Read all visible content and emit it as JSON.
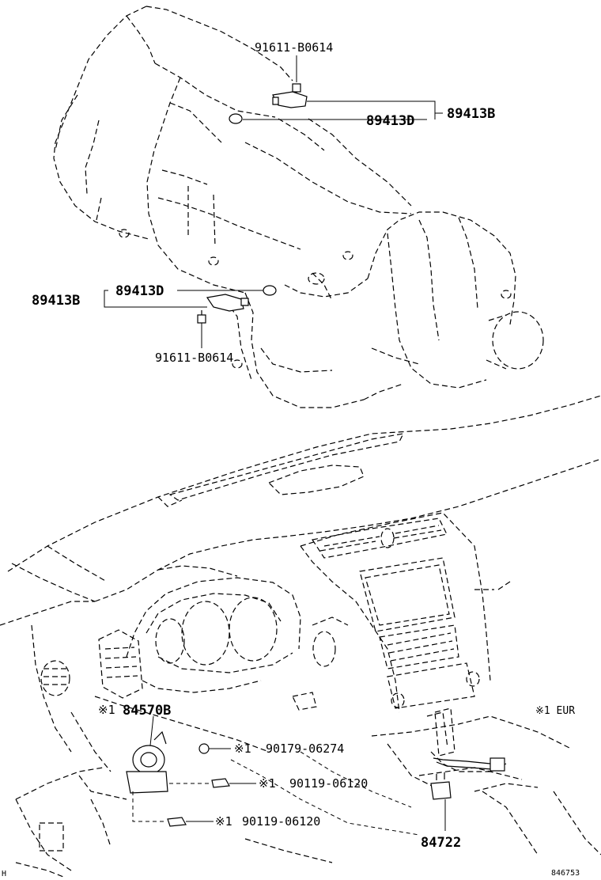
{
  "labels": {
    "top_bolt": "91611-B0614",
    "top_sensor": "89413B",
    "top_gasket": "89413D",
    "mid_sensor": "89413B",
    "mid_gasket": "89413D",
    "mid_bolt": "91611-B0614",
    "switch_mark": "※1",
    "switch_part": "84570B",
    "clip_mark": "※1",
    "clip_part": "90179-06274",
    "screw1_mark": "※1",
    "screw1_part": "90119-06120",
    "screw2_mark": "※1",
    "screw2_part": "90119-06120",
    "shift_switch": "84722",
    "legend": "※1 EUR",
    "corner_mark": "H",
    "figure_code": "846753"
  }
}
